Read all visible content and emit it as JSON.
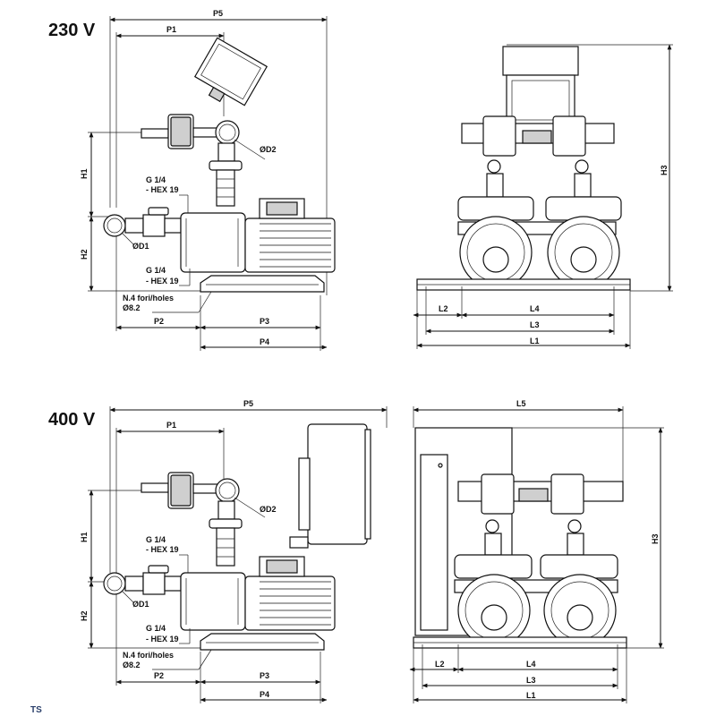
{
  "diagrams": [
    {
      "voltage": "230 V",
      "side_view": {
        "dims": {
          "p5": "P5",
          "p1": "P1",
          "h1": "H1",
          "h2": "H2",
          "p2": "P2",
          "p3": "P3",
          "p4": "P4"
        },
        "d1": "ØD1",
        "d2": "ØD2",
        "g_top": [
          "G 1/4",
          "- HEX 19"
        ],
        "g_bottom": [
          "G 1/4",
          "- HEX 19"
        ],
        "holes": [
          "N.4 fori/holes",
          "Ø8.2"
        ]
      },
      "front_view": {
        "dims": {
          "h3": "H3",
          "l2": "L2",
          "l4": "L4",
          "l3": "L3",
          "l1": "L1"
        }
      }
    },
    {
      "voltage": "400 V",
      "side_view": {
        "dims": {
          "p5": "P5",
          "p1": "P1",
          "h1": "H1",
          "h2": "H2",
          "p2": "P2",
          "p3": "P3",
          "p4": "P4"
        },
        "d1": "ØD1",
        "d2": "ØD2",
        "g_top": [
          "G 1/4",
          "- HEX 19"
        ],
        "g_bottom": [
          "G 1/4",
          "- HEX 19"
        ],
        "holes": [
          "N.4 fori/holes",
          "Ø8.2"
        ]
      },
      "front_view": {
        "dims": {
          "h3": "H3",
          "l5": "L5",
          "l2": "L2",
          "l4": "L4",
          "l3": "L3",
          "l1": "L1"
        }
      }
    }
  ],
  "footer_text": "TS"
}
